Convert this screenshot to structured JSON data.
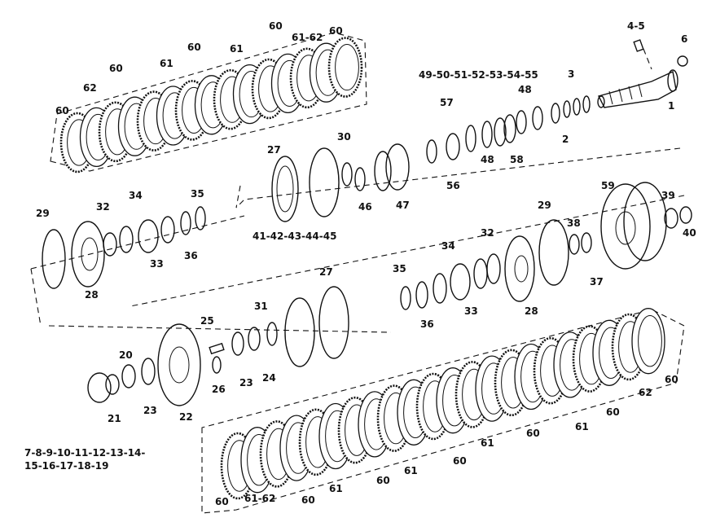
{
  "labels": {
    "l1": "1",
    "l2": "2",
    "l3": "3",
    "l6": "6",
    "l45": "4-5",
    "l49": "49-50-51-52-53-54-55",
    "l48a": "48",
    "l48b": "48",
    "l57": "57",
    "l56": "56",
    "l58": "58",
    "l27a": "27",
    "l30": "30",
    "l46": "46",
    "l47": "47",
    "l41": "41-42-43-44-45",
    "l29a": "29",
    "l32a": "32",
    "l34a": "34",
    "l35a": "35",
    "l33a": "33",
    "l36a": "36",
    "l28a": "28",
    "l59": "59",
    "l39": "39",
    "l40": "40",
    "l29b": "29",
    "l38": "38",
    "l37": "37",
    "l32b": "32",
    "l34b": "34",
    "l35b": "35",
    "l27b": "27",
    "l33b": "33",
    "l36b": "36",
    "l28b": "28",
    "l31": "31",
    "l24": "24",
    "l23a": "23",
    "l23b": "23",
    "l25": "25",
    "l26": "26",
    "l22": "22",
    "l20": "20",
    "l21": "21",
    "lseq1": "7-8-9-10-11-12-13-14-",
    "lseq2": "15-16-17-18-19",
    "top60a": "60",
    "top62": "62",
    "top60b": "60",
    "top61a": "61",
    "top60c": "60",
    "top61b": "61",
    "top60d": "60",
    "top6162": "61-62",
    "top60e": "60",
    "b60a": "60",
    "b6162": "61-62",
    "b60b": "60",
    "b61a": "61",
    "b60c": "60",
    "b61b": "61",
    "b60d": "60",
    "b61c": "61",
    "b60e": "60",
    "b60f": "60",
    "b61d": "61",
    "b60g": "60",
    "b62": "62",
    "b60h": "60"
  }
}
